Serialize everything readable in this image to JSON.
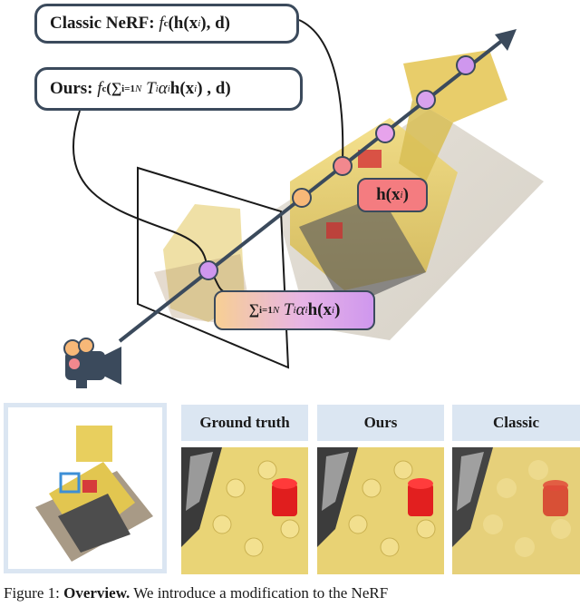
{
  "labels": {
    "classic_prefix": "Classic NeRF:",
    "ours_prefix": "Ours:",
    "h_tag": "h(x",
    "h_tag_sub": "i",
    "sum_tag_prefix": "∑",
    "sum_tag_sub": "i=1",
    "sum_tag_sup": "N",
    "sum_tag_rest": "T",
    "sum_tag_rest_sub": "i",
    "sum_tag_alpha": "α",
    "sum_tag_alpha_sub": "i",
    "sum_tag_h": "h(x",
    "sum_tag_h_sub": "i",
    "classic_formula_f": "f",
    "classic_formula_f_sub": "c",
    "classic_formula_body": "(h(x",
    "classic_formula_body_sub": "i",
    "classic_formula_tail": "), d)",
    "ours_formula_f": "f",
    "ours_formula_f_sub": "c",
    "ours_formula_sum": "(∑",
    "ours_formula_sum_sub": "i=1",
    "ours_formula_sum_sup": "N",
    "ours_formula_T": "T",
    "ours_formula_T_sub": "i",
    "ours_formula_alpha": "α",
    "ours_formula_alpha_sub": "i",
    "ours_formula_h": "h(x",
    "ours_formula_h_sub": "i",
    "ours_formula_tail": ") , d)"
  },
  "comparison": {
    "ground_truth": "Ground truth",
    "ours": "Ours",
    "classic": "Classic"
  },
  "caption": {
    "fig_label": "Figure 1:",
    "bold_word": "Overview.",
    "text": " We introduce a modification to the NeRF"
  },
  "colors": {
    "bubble_border": "#3b4a5c",
    "header_bg": "#dbe6f2",
    "point_pink": "#f2888e",
    "point_orange": "#f7b878",
    "point_purple": "#cf97ee",
    "ray": "#3b4a5c"
  }
}
